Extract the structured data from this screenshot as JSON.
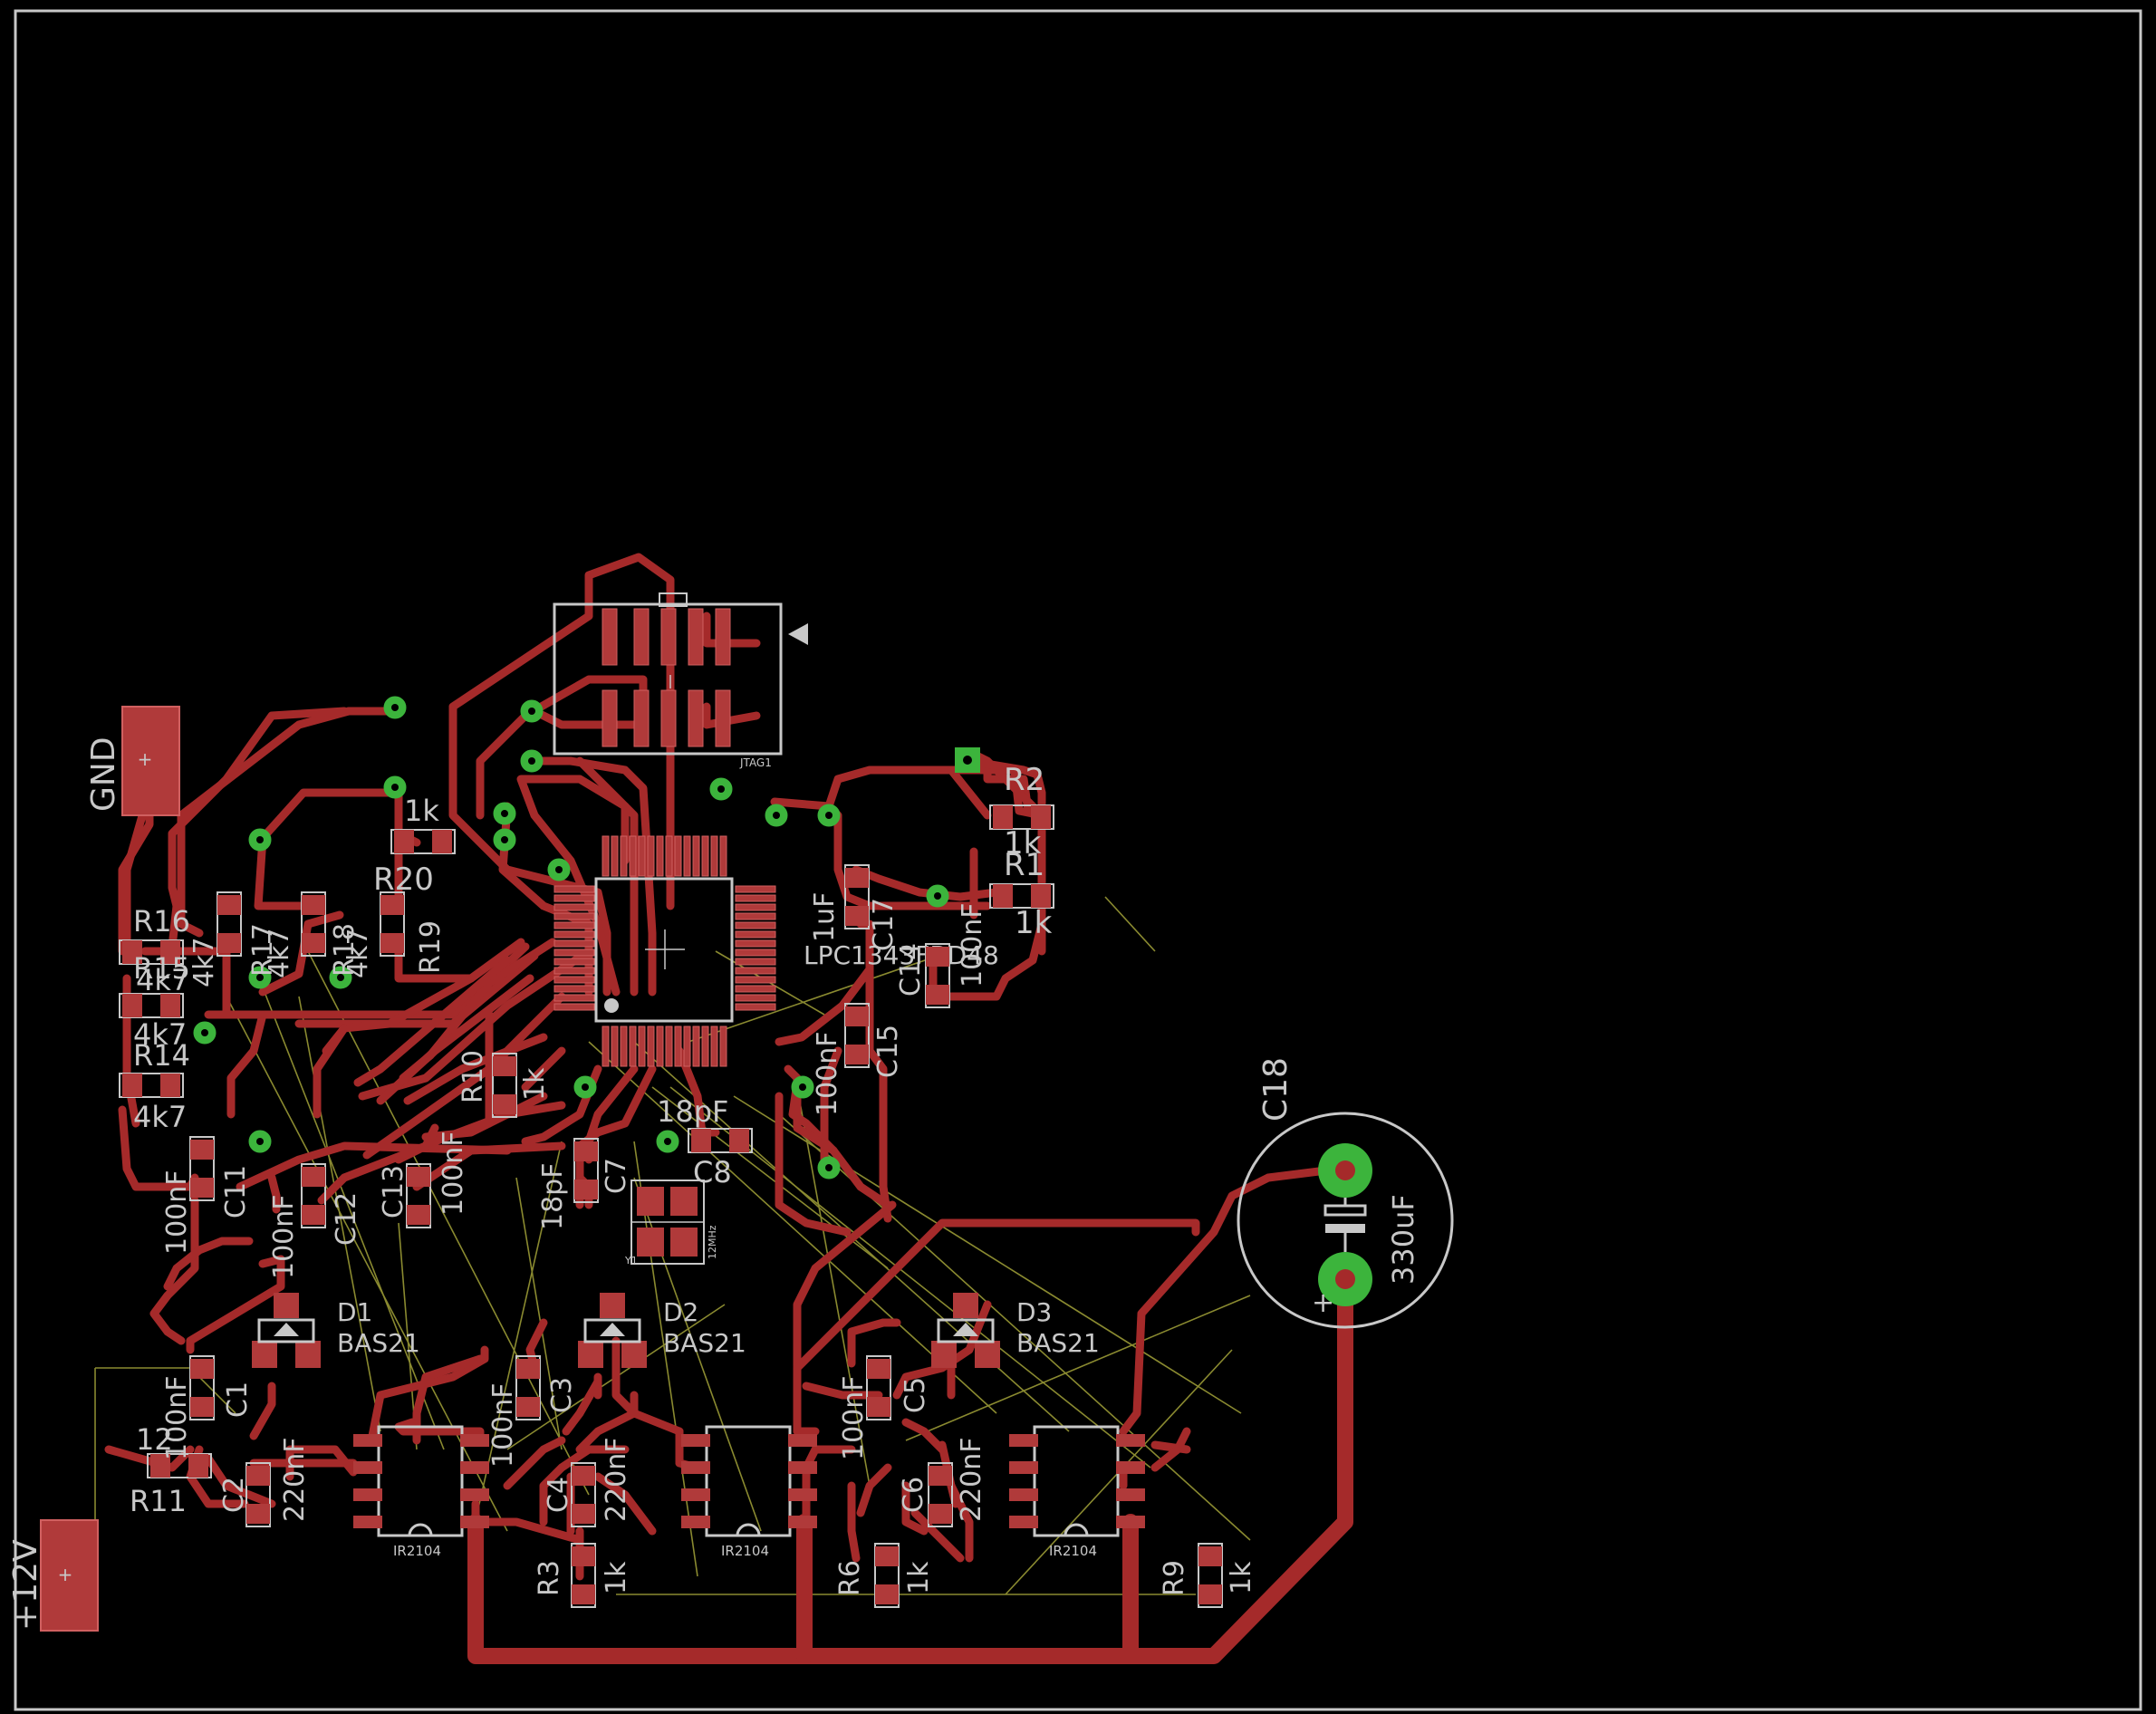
{
  "colors": {
    "background": "#000000",
    "trace": "#a52a2a",
    "pad": "#b03a3a",
    "silkscreen": "#c8c8c8",
    "via": "#3cb43c",
    "airwire": "#8a8a30"
  },
  "labels": {
    "gnd": "GND",
    "v12": "+12V",
    "jtag": "JTAG1",
    "mcu_value": "LPC1343FBD48",
    "r1": "R1",
    "r1_val": "1k",
    "r2": "R2",
    "r2_val": "1k",
    "r3": "R3",
    "r3_val": "1k",
    "r6": "R6",
    "r6_val": "1k",
    "r9": "R9",
    "r9_val": "1k",
    "r10": "R10",
    "r10_val": "1k",
    "r11": "R11",
    "r11_val": "12",
    "r14": "R14",
    "r14_val": "4k7",
    "r15": "R15",
    "r15_val": "4k7",
    "r16": "R16",
    "r16_val": "4k7",
    "r17": "R17",
    "r17_val": "4k7",
    "r18": "R18",
    "r18_val": "4k7",
    "r19": "R19",
    "r20": "R20",
    "r20_val": "1k",
    "c1": "C1",
    "c1_val": "100nF",
    "c2": "C2",
    "c2_val": "220nF",
    "c3": "C3",
    "c3_val": "100nF",
    "c4": "C4",
    "c4_val": "220nF",
    "c5": "C5",
    "c5_val": "100nF",
    "c6": "C6",
    "c6_val": "220nF",
    "c7": "C7",
    "c7_val": "18pF",
    "c8": "C8",
    "c8_val": "18pF",
    "c11": "C11",
    "c11_val": "100nF",
    "c12": "C12",
    "c12_val": "100nF",
    "c13": "C13",
    "c13_val": "100nF",
    "c14": "C14",
    "c14_val": "100nF",
    "c15": "C15",
    "c15_val": "100nF",
    "c17": "C17",
    "c17_val": "1uF",
    "c18": "C18",
    "c18_val": "330uF",
    "d1": "D1",
    "d2": "D2",
    "d3": "D3",
    "diode_val": "BAS21",
    "driver": "IR2104",
    "y1": "Y1",
    "y1_val": "12MHz",
    "plus": "+"
  }
}
